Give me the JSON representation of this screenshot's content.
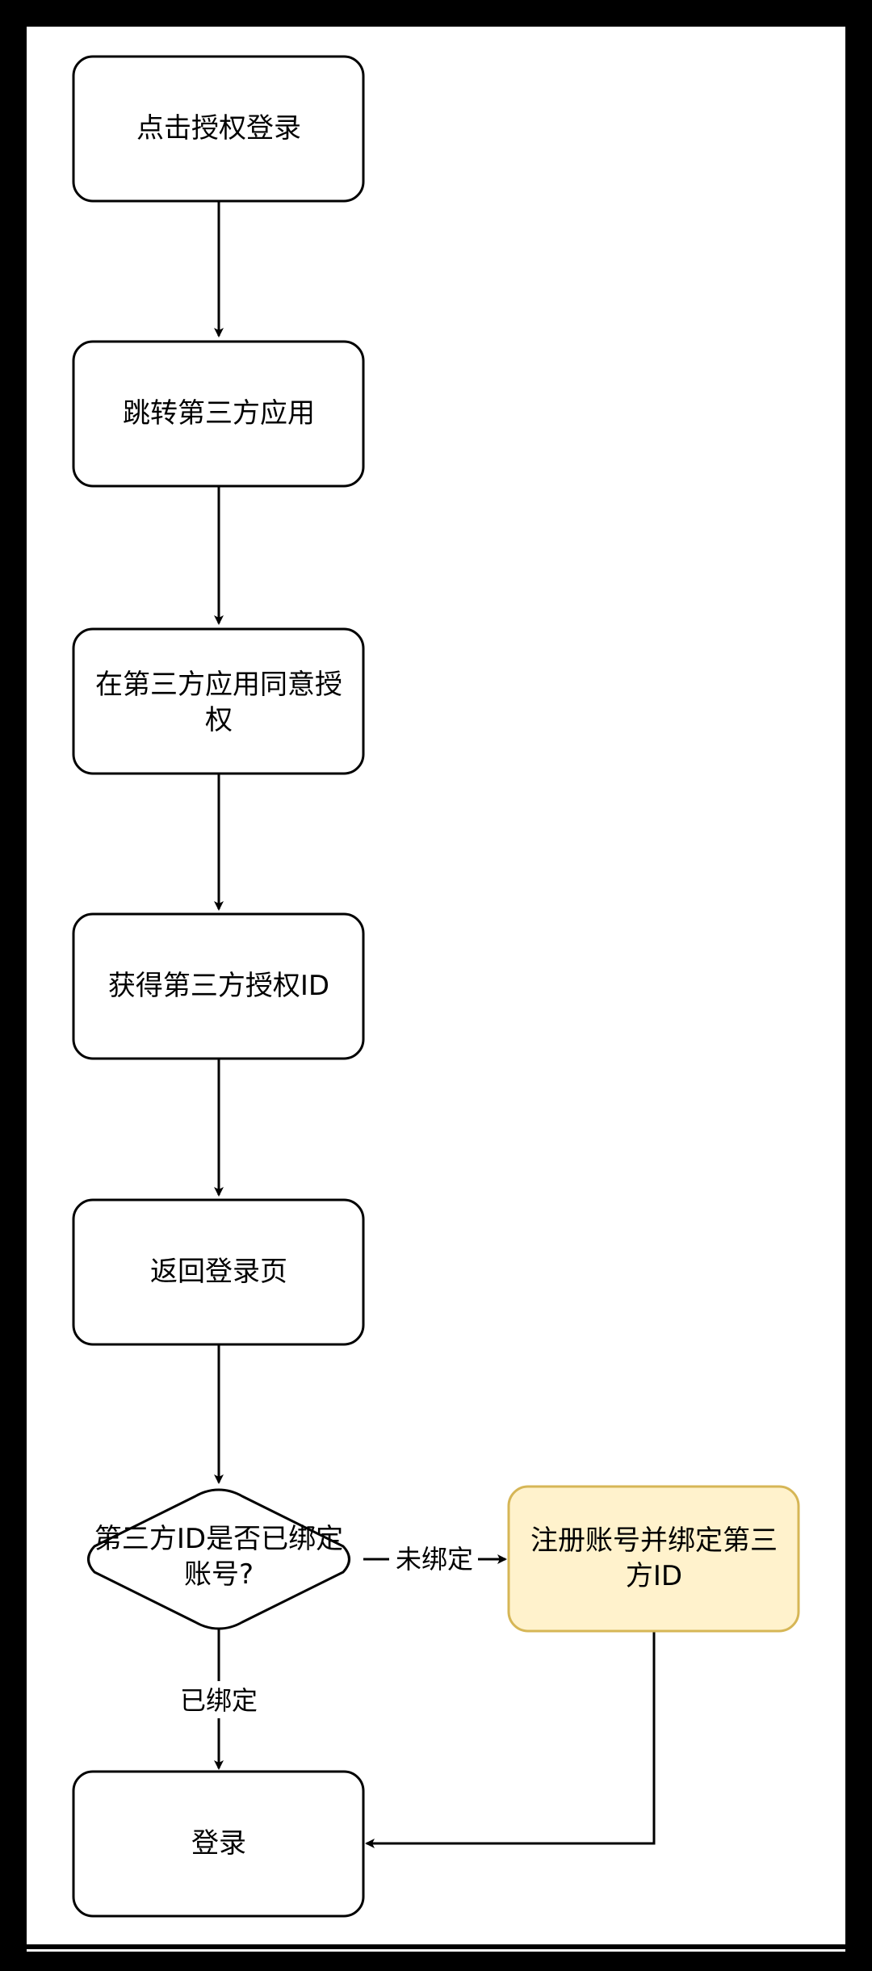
{
  "diagram": {
    "nodes": {
      "click_auth_login": {
        "line1": "点击授权登录"
      },
      "jump_third_party": {
        "line1": "跳转第三方应用"
      },
      "agree_auth": {
        "line1": "在第三方应用同意授",
        "line2": "权"
      },
      "get_auth_id": {
        "line1": "获得第三方授权ID"
      },
      "return_login_page": {
        "line1": "返回登录页"
      },
      "bound_decision": {
        "line1": "第三方ID是否已绑定",
        "line2": "账号?"
      },
      "register_bind": {
        "line1": "注册账号并绑定第三",
        "line2": "方ID"
      },
      "login": {
        "line1": "登录"
      }
    },
    "edges": {
      "not_bound_label": "未绑定",
      "bound_label": "已绑定"
    },
    "colors": {
      "node_border": "#000000",
      "node_fill": "#ffffff",
      "highlight_fill": "#fff2cc",
      "highlight_border": "#d6b656"
    }
  }
}
